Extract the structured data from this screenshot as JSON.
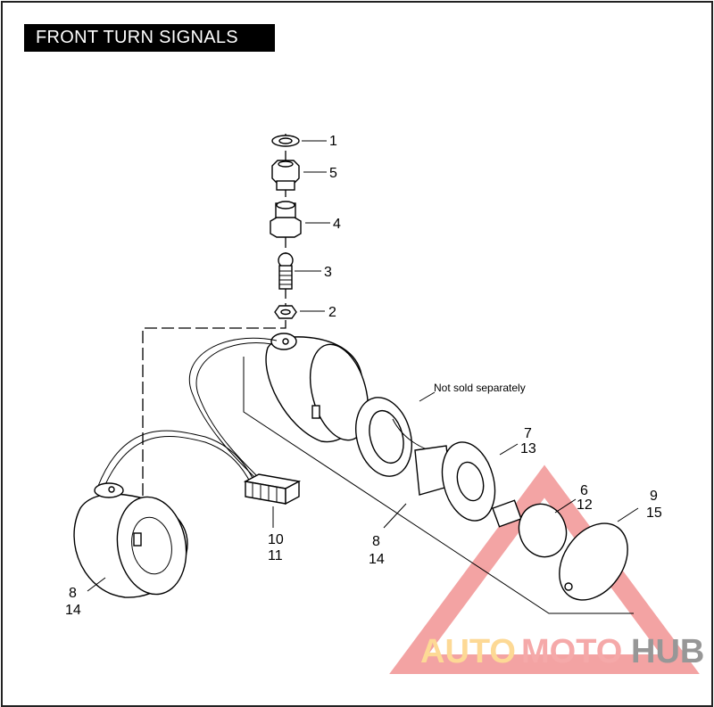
{
  "title": "FRONT TURN SIGNALS",
  "callouts": {
    "c1": "1",
    "c5": "5",
    "c4": "4",
    "c3": "3",
    "c2": "2",
    "note": "Not sold separately",
    "c7": "7",
    "c13": "13",
    "c6": "6",
    "c12": "12",
    "c9": "9",
    "c15": "15",
    "c8a": "8",
    "c14a": "14",
    "c10": "10",
    "c11": "11",
    "c8b": "8",
    "c14b": "14"
  },
  "watermark": {
    "part1": "AUTO",
    "part2": "MOTO",
    "part3": "HUB",
    "colors": {
      "auto": "#fdd58a",
      "moto": "#f4a0a0",
      "hub": "#8c8c8c",
      "triangle": "#f29a9a"
    }
  }
}
